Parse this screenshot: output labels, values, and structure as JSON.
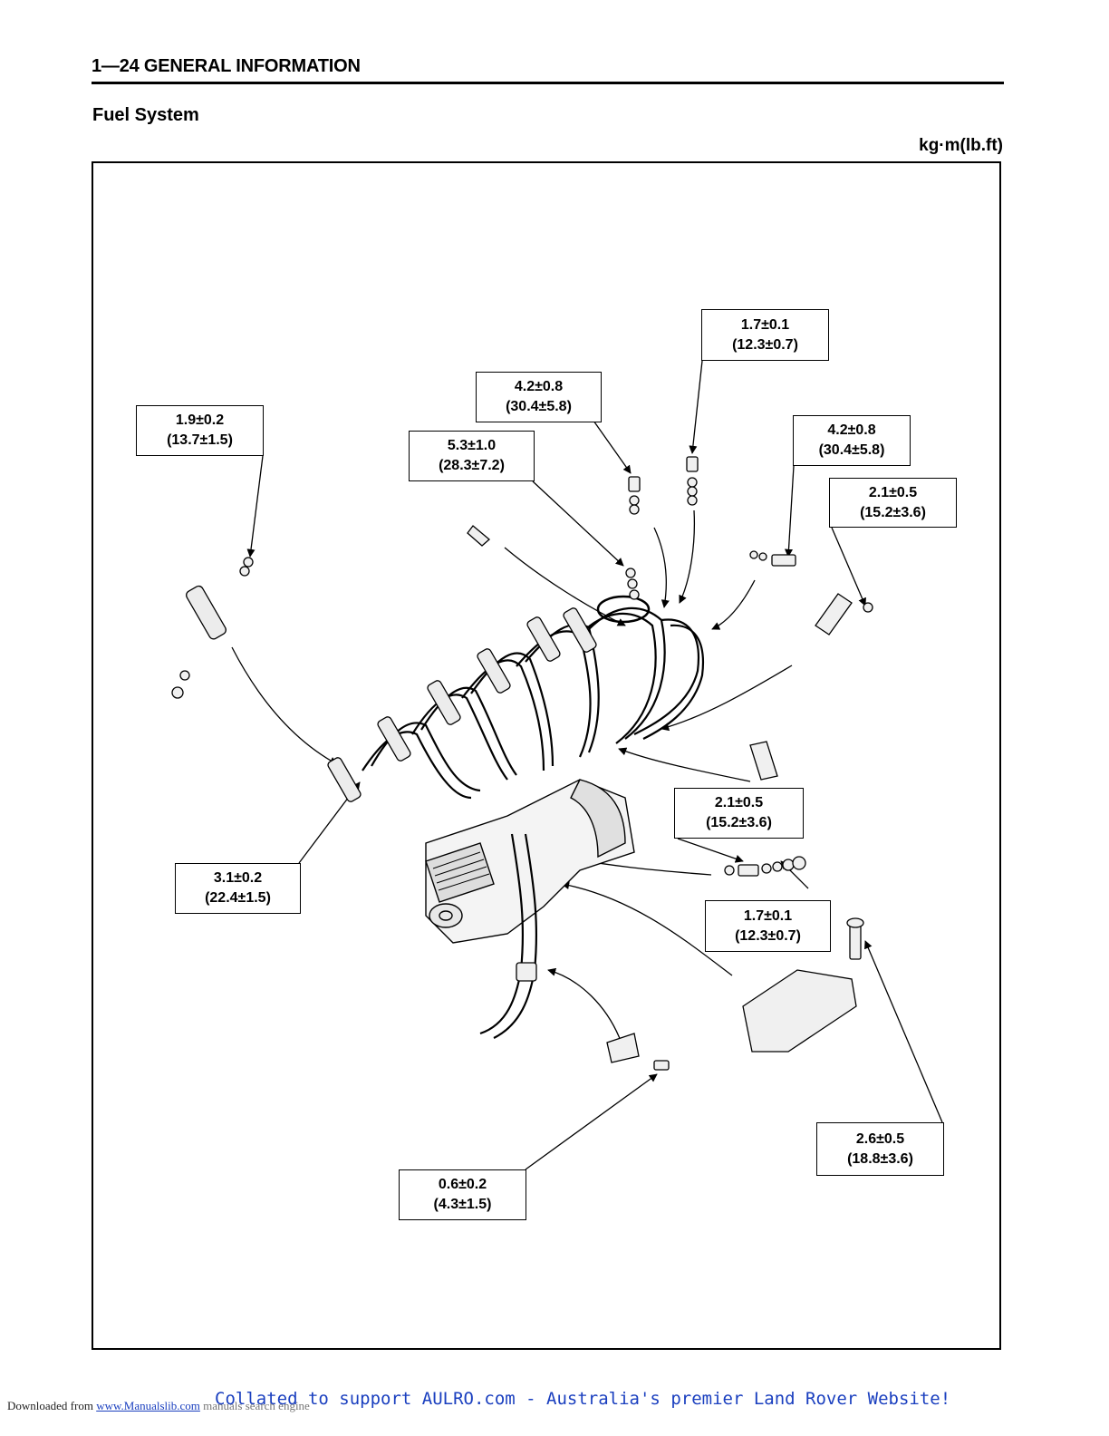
{
  "header": {
    "title": "1—24 GENERAL INFORMATION"
  },
  "section": {
    "title": "Fuel System"
  },
  "unit": "kg·m(lb.ft)",
  "callouts": [
    {
      "value": "1.7±0.1",
      "imperial": "(12.3±0.7)"
    },
    {
      "value": "4.2±0.8",
      "imperial": "(30.4±5.8)"
    },
    {
      "value": "1.9±0.2",
      "imperial": "(13.7±1.5)"
    },
    {
      "value": "5.3±1.0",
      "imperial": "(28.3±7.2)"
    },
    {
      "value": "4.2±0.8",
      "imperial": "(30.4±5.8)"
    },
    {
      "value": "2.1±0.5",
      "imperial": "(15.2±3.6)"
    },
    {
      "value": "2.1±0.5",
      "imperial": "(15.2±3.6)"
    },
    {
      "value": "3.1±0.2",
      "imperial": "(22.4±1.5)"
    },
    {
      "value": "1.7±0.1",
      "imperial": "(12.3±0.7)"
    },
    {
      "value": "2.6±0.5",
      "imperial": "(18.8±3.6)"
    },
    {
      "value": "0.6±0.2",
      "imperial": "(4.3±1.5)"
    }
  ],
  "footer": {
    "downloaded_prefix": "Downloaded from",
    "downloaded_link": "www.Manualslib.com",
    "downloaded_suffix": "manuals search engine",
    "collated": "Collated to support AULRO.com - Australia's premier Land Rover Website!"
  }
}
